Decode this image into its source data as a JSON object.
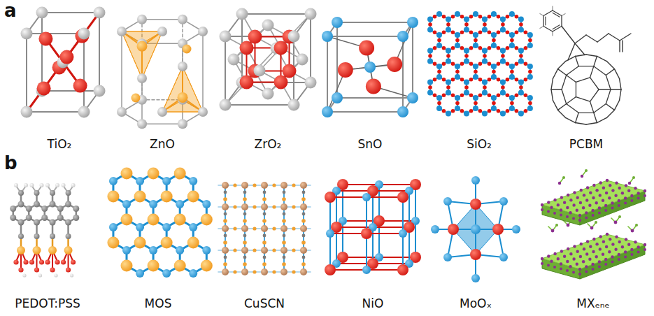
{
  "diagram": {
    "labels": [
      "a",
      "TiO₂",
      "ZnO",
      "ZrO₂",
      "SnO",
      "SiO₂",
      "PCBM",
      "b",
      "PEDOT:PSS",
      "MOS",
      "CuSCN",
      "NiO",
      "MoOₓ",
      "MXₑₙₑ"
    ]
  }
}
